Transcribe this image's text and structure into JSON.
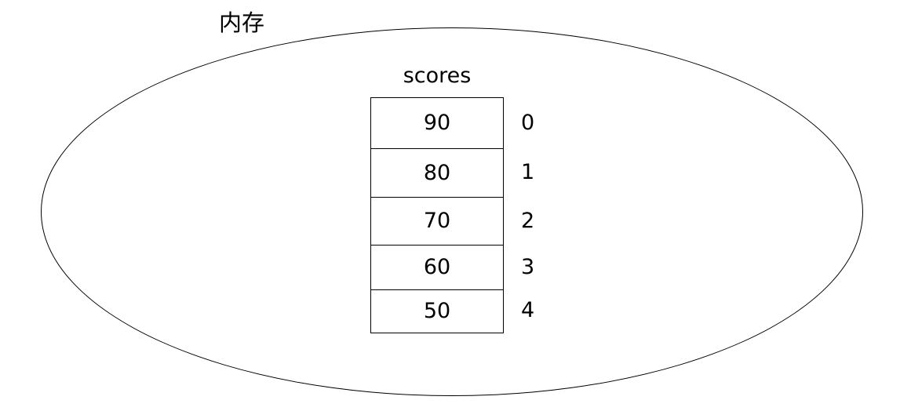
{
  "diagram": {
    "memory_region_label": "内存",
    "array_name": "scores",
    "cells": [
      {
        "value": "90",
        "index": "0"
      },
      {
        "value": "80",
        "index": "1"
      },
      {
        "value": "70",
        "index": "2"
      },
      {
        "value": "60",
        "index": "3"
      },
      {
        "value": "50",
        "index": "4"
      }
    ],
    "colors": {
      "stroke": "#000000",
      "background": "#ffffff",
      "text": "#000000"
    }
  }
}
